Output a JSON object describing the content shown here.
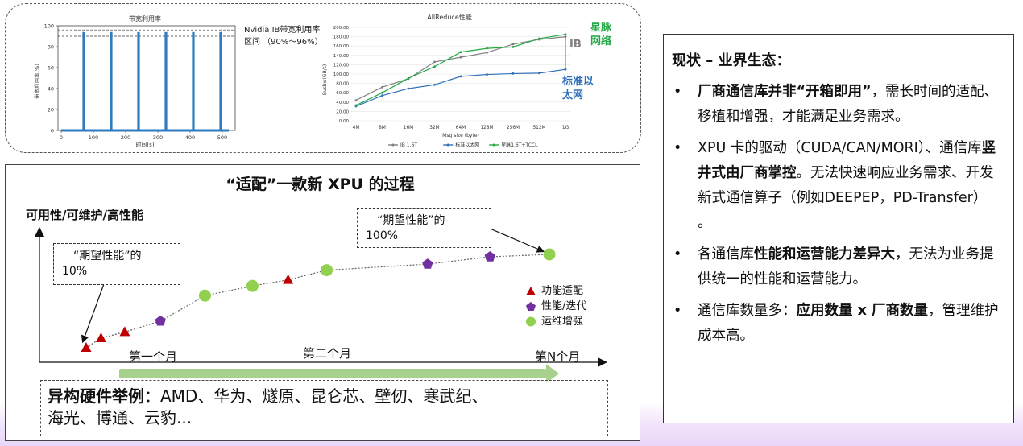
{
  "top_left_chart": {
    "title": "带宽利用率",
    "xlabel": "时间(s)",
    "ylabel": "带宽利用率(%)",
    "x_ticks": [
      "0",
      "100",
      "200",
      "300",
      "400",
      "500"
    ],
    "y_ticks": [
      "0",
      "20",
      "40",
      "60",
      "80",
      "100"
    ],
    "annotation_line1": "Nvidia IB带宽利用率",
    "annotation_line2": "区间 （90%～96%）",
    "chart_data": {
      "type": "line",
      "xlim": [
        -10,
        540
      ],
      "ylim": [
        0,
        100
      ],
      "threshold_lines": [
        90,
        96
      ],
      "burst_centers": [
        70,
        155,
        240,
        325,
        410,
        495
      ],
      "burst_peak": 94,
      "baseline": 0
    }
  },
  "top_right_chart": {
    "title": "AllReduce性能",
    "xlabel": "Msg size (byte)",
    "ylabel": "Busbw(GB/s)",
    "chart_data": {
      "type": "line",
      "categories": [
        "4M",
        "8M",
        "16M",
        "32M",
        "64M",
        "128M",
        "256M",
        "512M",
        "1G"
      ],
      "ylim": [
        0,
        200
      ],
      "y_ticks": [
        "0.00",
        "20.00",
        "40.00",
        "60.00",
        "80.00",
        "100.00",
        "120.00",
        "140.00",
        "160.00",
        "180.00",
        "200.00"
      ],
      "series": [
        {
          "name": "IB 1.6T",
          "color": "#808080",
          "values": [
            44,
            72,
            90,
            126,
            136,
            146,
            164,
            174,
            180
          ]
        },
        {
          "name": "标准以太网",
          "color": "#2e6fb8",
          "values": [
            31,
            54,
            69,
            77,
            95,
            99,
            101,
            102,
            110
          ]
        },
        {
          "name": "星脉1.6T+TCCL",
          "color": "#22a844",
          "values": [
            33,
            60,
            91,
            116,
            147,
            155,
            158,
            176,
            185
          ]
        }
      ]
    },
    "ann_xingmai": [
      "星脉",
      "网络"
    ],
    "ann_ib": "IB",
    "ann_std": [
      "标准以",
      "太网"
    ]
  },
  "main": {
    "title": "“适配”一款新 XPU 的过程",
    "y_axis_label": "可用性/可维护/高性能",
    "callout_left": [
      "“期望性能”的",
      "10%"
    ],
    "callout_right": [
      "“期望性能”的",
      "100%"
    ],
    "month_labels": [
      "第一个月",
      "第二个月",
      "第N个月"
    ],
    "legend": {
      "adapt": "功能适配",
      "perf": "性能/迭代",
      "ops": "运维增强"
    },
    "colors": {
      "adapt": "#c00000",
      "perf": "#7030a0",
      "ops": "#92d050",
      "arrow": "#a9d18e"
    },
    "chart_data": {
      "type": "scatter",
      "points": [
        {
          "t": 0.0,
          "v": 0.0,
          "kind": "adapt"
        },
        {
          "t": 0.05,
          "v": 0.08,
          "kind": "adapt"
        },
        {
          "t": 0.13,
          "v": 0.13,
          "kind": "adapt"
        },
        {
          "t": 0.25,
          "v": 0.22,
          "kind": "perf"
        },
        {
          "t": 0.4,
          "v": 0.43,
          "kind": "ops"
        },
        {
          "t": 0.56,
          "v": 0.51,
          "kind": "ops"
        },
        {
          "t": 0.68,
          "v": 0.56,
          "kind": "adapt"
        },
        {
          "t": 0.81,
          "v": 0.64,
          "kind": "ops"
        },
        {
          "t": 1.15,
          "v": 0.69,
          "kind": "perf"
        },
        {
          "t": 1.36,
          "v": 0.75,
          "kind": "perf"
        },
        {
          "t": 1.56,
          "v": 0.77,
          "kind": "ops"
        }
      ]
    }
  },
  "hardware": {
    "label": "异构硬件举例",
    "text_line1": "：AMD、华为、燧原、昆仑芯、壁仞、寒武纪、",
    "text_line2": "海光、博通、云豹..."
  },
  "status": {
    "title": "现状 – 业界生态：",
    "items": [
      {
        "bold": "厂商通信库并非“开箱即用”",
        "rest": "，需长时间的适配、移植和增强，才能满足业务需求。"
      },
      {
        "pre": " XPU 卡的驱动（CUDA/CAN/MORI）、通信库",
        "bold": "竖井式由厂商掌控",
        "rest": "。无法快速响应业务需求、开发新式通信算子（例如DEEPEP，PD-Transfer） 。"
      },
      {
        "pre": "各通信库",
        "bold": "性能和运营能力差异大",
        "rest": "，无法为业务提供统一的性能和运营能力。"
      },
      {
        "pre": "通信库数量多：",
        "bold": "应用数量 x 厂商数量",
        "rest": "，管理维护成本高。"
      }
    ]
  }
}
